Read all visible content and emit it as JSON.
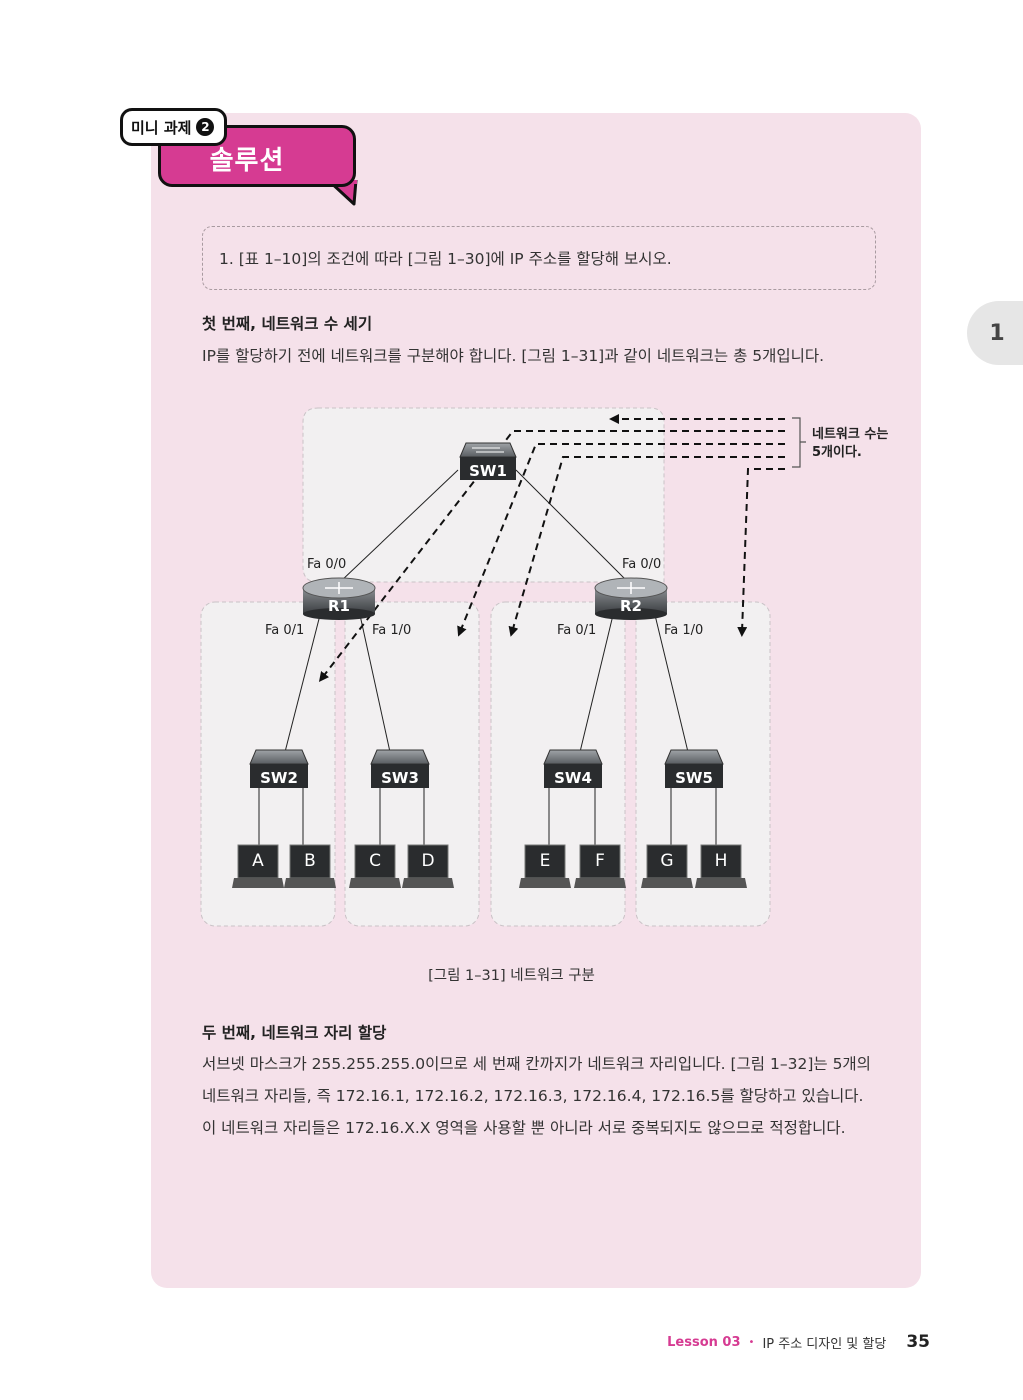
{
  "header": {
    "badge_label": "미니 과제",
    "badge_number": "2",
    "bubble_title": "솔루션"
  },
  "task": {
    "text": "1. [표 1–10]의 조건에 따라 [그림 1–30]에 IP 주소를 할당해 보시오."
  },
  "section1": {
    "heading": "첫 번째, 네트워크 수 세기",
    "text": "IP를 할당하기 전에 네트워크를 구분해야 합니다. [그림 1–31]과 같이 네트워크는 총 5개입니다."
  },
  "side_tab": {
    "chapter": "1"
  },
  "diagram": {
    "annotation_line1": "네트워크 수는",
    "annotation_line2": "5개이다.",
    "sw1": "SW1",
    "r1": "R1",
    "r2": "R2",
    "sw2": "SW2",
    "sw3": "SW3",
    "sw4": "SW4",
    "sw5": "SW5",
    "r1_fa00": "Fa 0/0",
    "r1_fa01": "Fa 0/1",
    "r1_fa10": "Fa 1/0",
    "r2_fa00": "Fa 0/0",
    "r2_fa01": "Fa 0/1",
    "r2_fa10": "Fa 1/0",
    "pc_a": "A",
    "pc_b": "B",
    "pc_c": "C",
    "pc_d": "D",
    "pc_e": "E",
    "pc_f": "F",
    "pc_g": "G",
    "pc_h": "H",
    "caption": "[그림 1–31] 네트워크 구분"
  },
  "section2": {
    "heading": "두 번째, 네트워크 자리 할당",
    "text": "서브넷 마스크가 255.255.255.0이므로 세 번째 칸까지가 네트워크 자리입니다. [그림 1–32]는 5개의 네트워크 자리들, 즉 172.16.1, 172.16.2, 172.16.3, 172.16.4, 172.16.5를 할당하고 있습니다. 이 네트워크 자리들은 172.16.X.X 영역을 사용할 뿐 아니라 서로 중복되지도 않으므로 적정합니다."
  },
  "footer": {
    "lesson": "Lesson 03",
    "bullet": "•",
    "title": "IP 주소 디자인 및 할당",
    "page": "35"
  },
  "colors": {
    "accent": "#d63b92",
    "panel": "#f5e1ea"
  }
}
